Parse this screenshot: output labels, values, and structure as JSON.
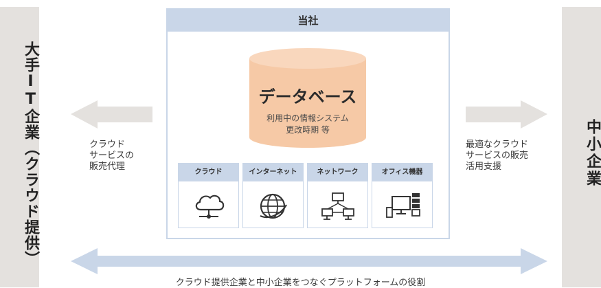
{
  "left_panel": {
    "label": "大手IT企業（クラウド提供）"
  },
  "right_panel": {
    "label": "中小企業"
  },
  "company": {
    "header": "当社",
    "database": {
      "title": "データベース",
      "line1": "利用中の情報システム",
      "line2": "更改時期 等"
    },
    "cards": [
      {
        "label": "クラウド",
        "icon": "cloud-icon"
      },
      {
        "label": "インターネット",
        "icon": "globe-icon"
      },
      {
        "label": "ネットワーク",
        "icon": "network-icon"
      },
      {
        "label": "オフィス機器",
        "icon": "office-equipment-icon"
      }
    ]
  },
  "left_caption": "クラウド\nサービスの\n販売代理",
  "right_caption": "最適なクラウド\nサービスの販売\n活用支援",
  "bottom_caption": "クラウド提供企業と中小企業をつなぐプラットフォームの役割",
  "colors": {
    "panel": "#e4e1de",
    "frame": "#c9d6e8",
    "database": "#f6c9a6",
    "arrow_side": "#e4e1de",
    "arrow_bottom": "#c9d6e8"
  }
}
